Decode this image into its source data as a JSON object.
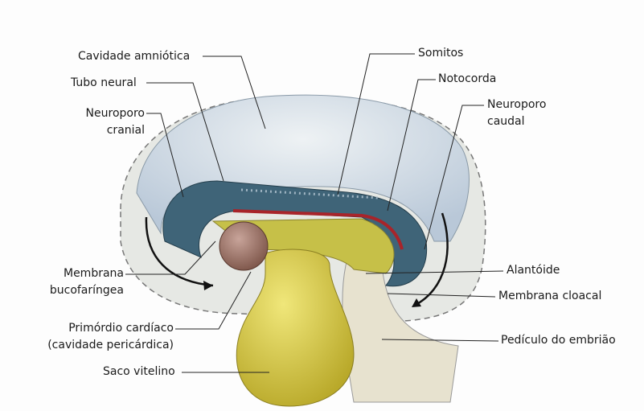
{
  "labels": {
    "amniotic_cavity": "Cavidade amniótica",
    "neural_tube": "Tubo neural",
    "cranial_neuropore": [
      "Neuroporo",
      "cranial"
    ],
    "oropharyngeal_membrane": [
      "Membrana",
      "bucofaríngea"
    ],
    "cardiac_primordium": [
      "Primórdio cardíaco",
      "(cavidade pericárdica)"
    ],
    "yolk_sac": "Saco vitelino",
    "somites": "Somitos",
    "notochord": "Notocorda",
    "caudal_neuropore": [
      "Neuroporo",
      "caudal"
    ],
    "allantois": "Alantóide",
    "cloacal_membrane": "Membrana cloacal",
    "connecting_stalk": "Pedículo do embrião"
  },
  "colors": {
    "amnion": "#c9d6e3",
    "neural_tube": "#3f6478",
    "yolk_sac": "#d9cf4a",
    "heart": "#9a7468",
    "notochord": "#a8242a",
    "stalk": "#e7e2cf"
  }
}
